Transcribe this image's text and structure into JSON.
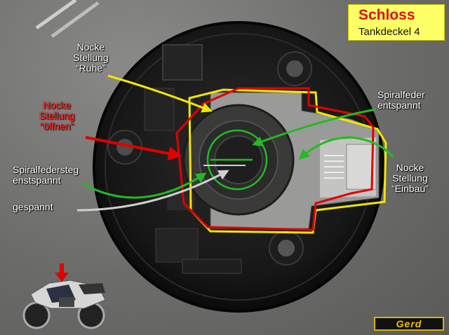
{
  "title": {
    "main": "Schloss",
    "sub": "Tankdeckel 4"
  },
  "labels": {
    "ruhe": [
      "Nocke",
      "Stellung",
      "“Ruhe”"
    ],
    "oeffnen": [
      "Nocke",
      "Stellung",
      "“öffnen”"
    ],
    "spiralfeder": [
      "Spiralfeder",
      "entspannt"
    ],
    "spiralfedersteg": [
      "Spiralfedersteg",
      "enstspannt"
    ],
    "gespannt": "gespannt",
    "einbau": [
      "Nocke",
      "Stellung",
      "“Einbau”"
    ]
  },
  "logo": "Gerd",
  "colors": {
    "accent_red": "#e01010",
    "title_bg": "#ffff66",
    "yellow_outline": "#f2e600",
    "red_outline": "#e00000",
    "green_arrow": "#22bb22",
    "gray_arrow": "#cfcfcf"
  },
  "icons": {
    "motorcycle": "motorcycle-icon",
    "indicator": "red-arrow-icon"
  }
}
